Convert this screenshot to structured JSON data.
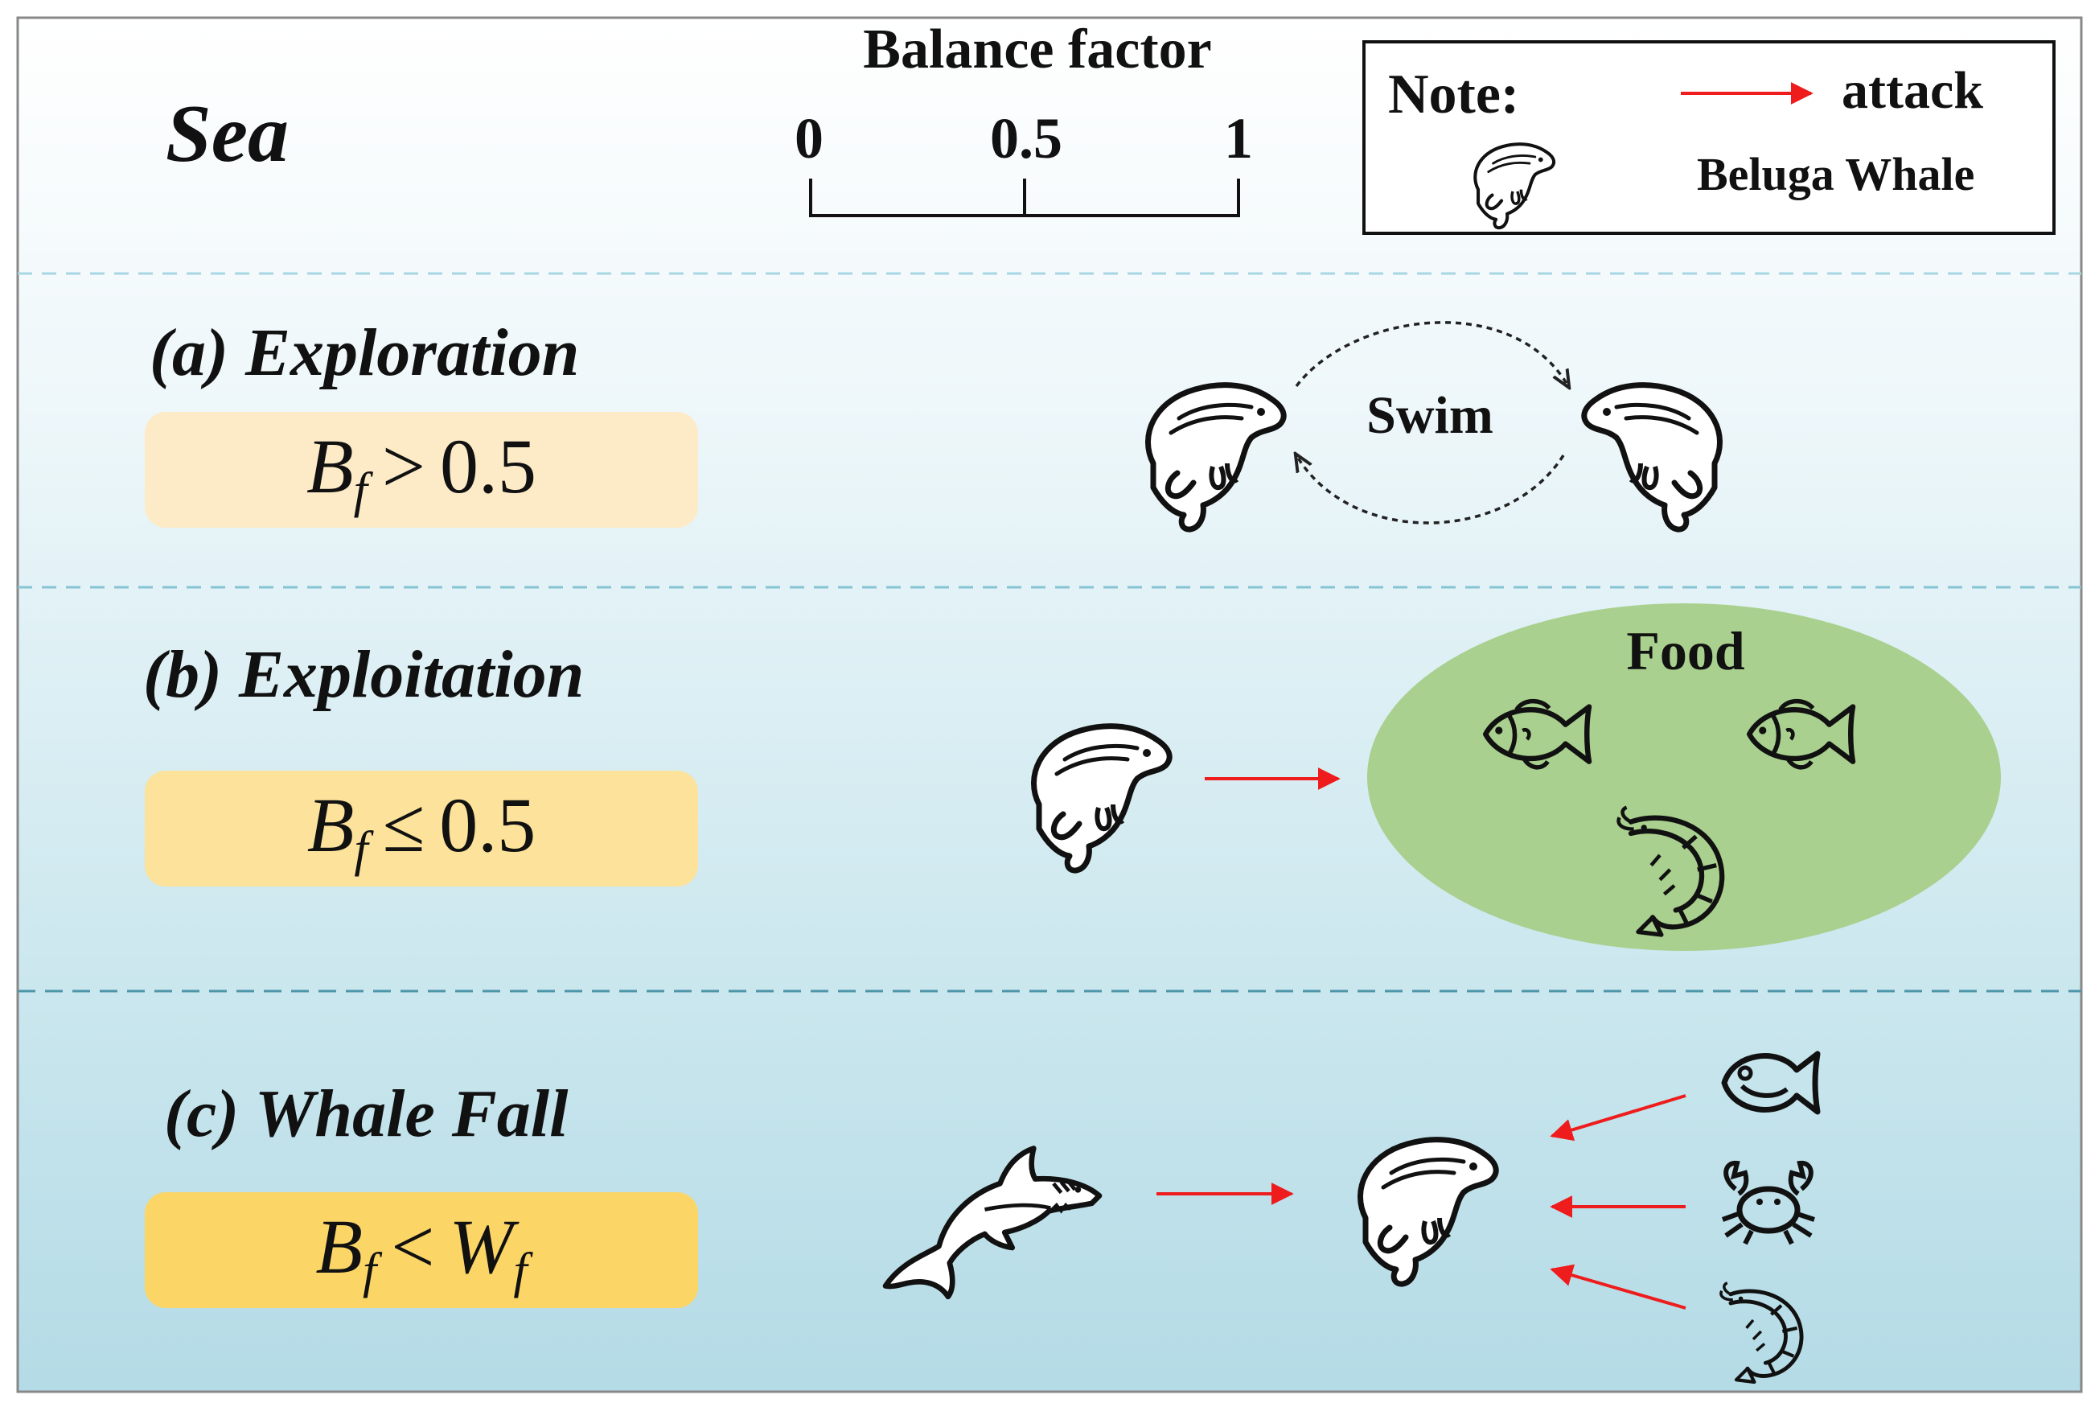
{
  "header": {
    "title": "Sea",
    "balance_factor": {
      "label": "Balance factor",
      "ticks": [
        "0",
        "0.5",
        "1"
      ]
    },
    "note": {
      "label": "Note:",
      "arrow_label": "attack",
      "icon_label": "Beluga Whale"
    }
  },
  "sections": [
    {
      "heading": "(a) Exploration",
      "condition": {
        "symbol": "B",
        "sub": "f",
        "op": ">",
        "rhs": "0.5"
      },
      "action_label": "Swim"
    },
    {
      "heading": "(b) Exploitation",
      "condition": {
        "symbol": "B",
        "sub": "f",
        "op": "≤",
        "rhs": "0.5"
      },
      "target_label": "Food"
    },
    {
      "heading": "(c) Whale Fall",
      "condition": {
        "symbol": "B",
        "sub": "f",
        "op": "<",
        "rhs_symbol": "W",
        "rhs_sub": "f"
      }
    }
  ],
  "colors": {
    "arrow": "#ee1c1c",
    "food_ellipse": "#a9d08e",
    "box_a": "#fdebc8",
    "box_b": "#fce29a",
    "box_c": "#fbd667",
    "sea_top": "#ffffff",
    "sea_bottom": "#b7dde8",
    "dashed_line": "#86c4d4"
  },
  "icons": [
    "beluga-whale-icon",
    "fish-icon",
    "shrimp-icon",
    "shark-icon",
    "tang-fish-icon",
    "crab-icon"
  ]
}
